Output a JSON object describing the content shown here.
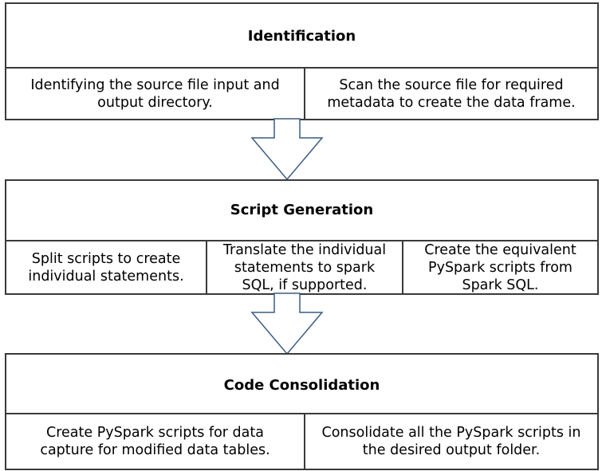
{
  "stages": [
    {
      "title": "Identification",
      "steps": [
        "Identifying the source file input and\noutput directory.",
        "Scan the source file for required\nmetadata to create the data frame."
      ]
    },
    {
      "title": "Script Generation",
      "steps": [
        "Split scripts to create\nindividual statements.",
        "Translate the individual\nstatements  to spark\nSQL, if supported.",
        "Create the equivalent\nPySpark scripts from\nSpark SQL."
      ]
    },
    {
      "title": "Code Consolidation",
      "steps": [
        "Create PySpark scripts for data\ncapture for modified data tables.",
        "Consolidate all the PySpark scripts in\nthe desired output folder."
      ]
    }
  ],
  "colors": {
    "border": "#3a3a3a",
    "arrow": "#3a5b82",
    "background": "#ffffff"
  }
}
